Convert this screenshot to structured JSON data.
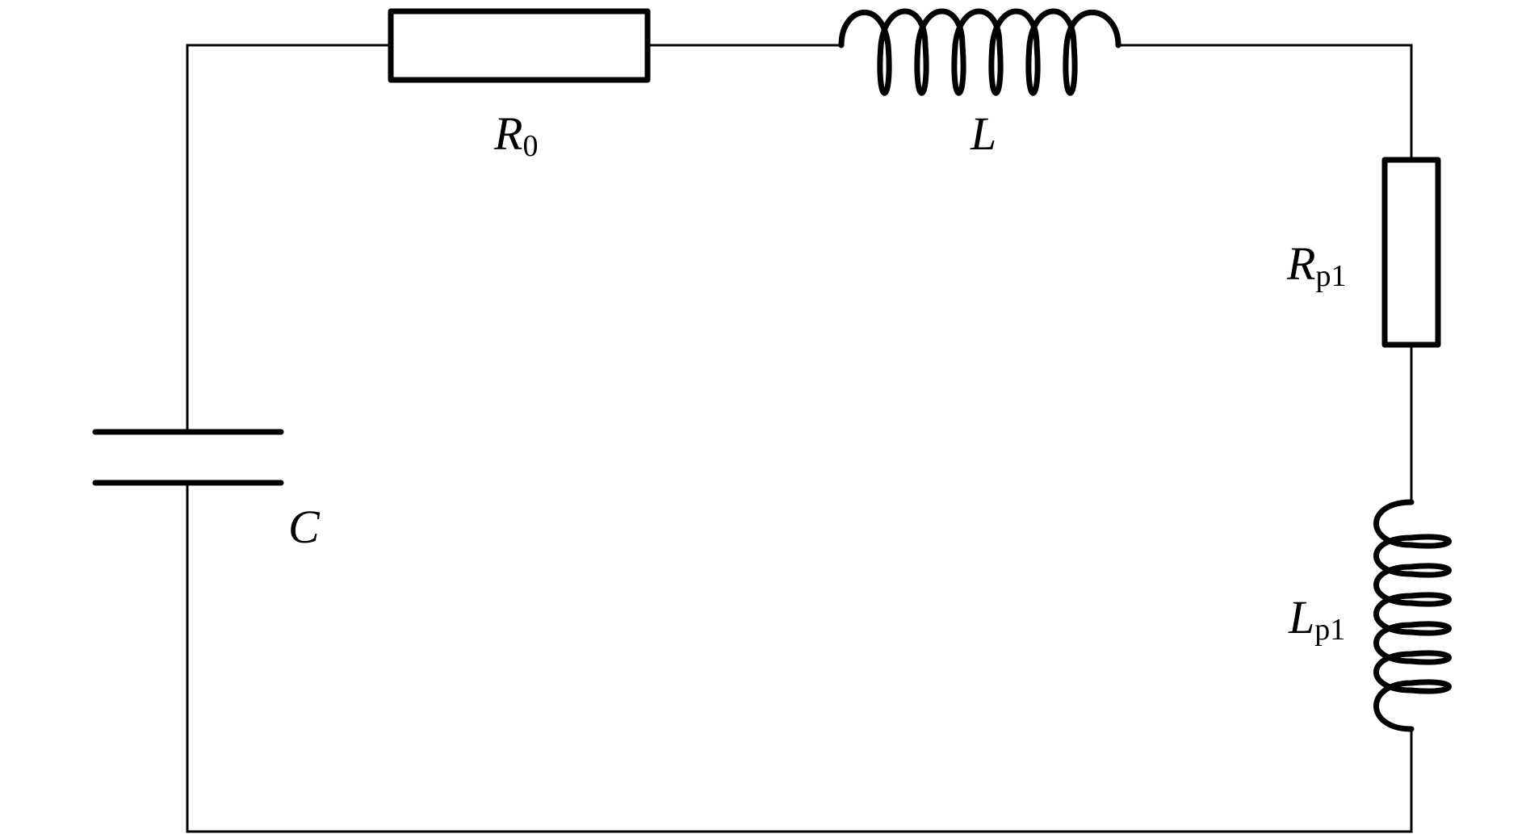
{
  "labels": {
    "r0": {
      "main": "R",
      "sub": "0"
    },
    "l": {
      "main": "L"
    },
    "rp1": {
      "main": "R",
      "sub": "p1"
    },
    "lp1": {
      "main": "L",
      "sub": "p1"
    },
    "c": {
      "main": "C"
    }
  },
  "colors": {
    "stroke": "#000000",
    "background": "#ffffff"
  }
}
